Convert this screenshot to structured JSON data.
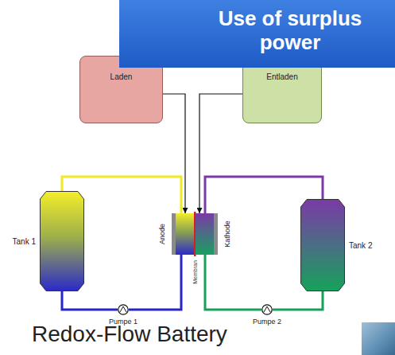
{
  "diagram": {
    "title": "Use of surplus power",
    "caption": "Redox-Flow Battery",
    "nodes": [
      {
        "text": [
          "Laden"
        ]
      },
      {
        "text": [
          "Entladen"
        ]
      },
      {
        "text": [
          "Tank 1"
        ]
      },
      {
        "text": [
          "Anode"
        ]
      },
      {
        "text": [
          "Kathode"
        ]
      },
      {
        "text": [
          "Pumpe 1"
        ]
      },
      {
        "text": [
          "Pumpe 2"
        ]
      },
      {
        "text": [
          "Tank 2"
        ]
      }
    ],
    "edges": [
      {
        "from": 0,
        "to": 3,
        "arrow": "to"
      },
      {
        "from": 1,
        "to": 4,
        "arrow": "to"
      },
      {
        "from": 2,
        "to": 3,
        "arrow": "none"
      },
      {
        "from": 2,
        "to": 5,
        "arrow": "none"
      },
      {
        "from": 5,
        "to": 3,
        "arrow": "none"
      },
      {
        "from": 4,
        "to": 7,
        "arrow": "none"
      },
      {
        "from": 7,
        "to": 6,
        "arrow": "none"
      },
      {
        "from": 6,
        "to": 4,
        "arrow": "none"
      }
    ],
    "labels": [
      "Membran"
    ]
  }
}
